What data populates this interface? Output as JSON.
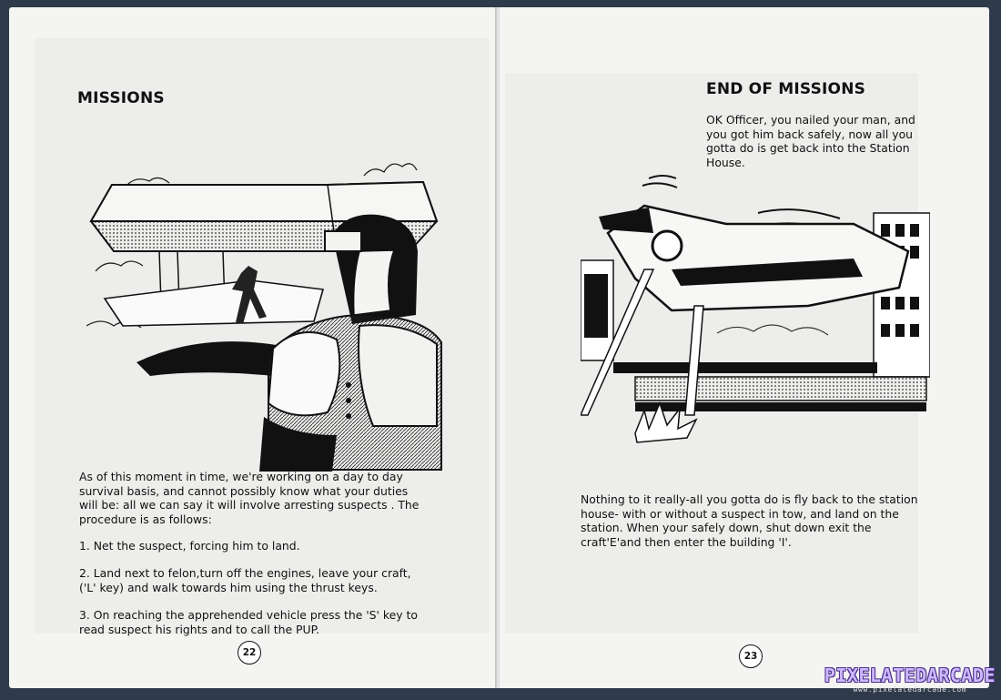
{
  "left_page": {
    "heading": "MISSIONS",
    "intro": "As of this moment in time, we're working on a day to day survival basis, and cannot possibly know what your duties will be:  all we can say it will involve arresting suspects . The procedure is as follows:",
    "steps": [
      "1. Net the suspect, forcing him to land.",
      "2. Land next to felon,turn off the engines, leave your craft, ('L' key) and walk towards him using the thrust keys.",
      "3. On reaching the apprehended vehicle press the 'S' key to read suspect his rights and to call the PUP."
    ],
    "page_number": "22"
  },
  "right_page": {
    "heading": "END OF MISSIONS",
    "intro": "OK Officer, you nailed your man, and you got him back safely, now all you gotta do is get back into the Station House.",
    "body": "Nothing to it really-all you gotta do is fly back to the station house- with or without a suspect in tow, and land on the station. When your safely down, shut down exit the craft'E'and then enter the building 'I'.",
    "page_number": "23"
  },
  "watermark": {
    "logo": "PIXELATEDARCADE",
    "url": "www.pixelatedarcade.com"
  }
}
